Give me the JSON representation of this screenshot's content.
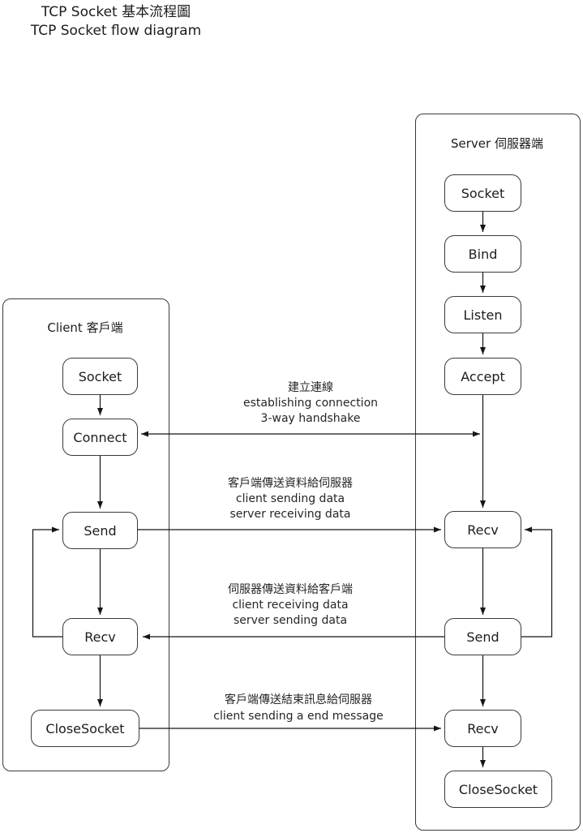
{
  "title": {
    "line1": "TCP Socket 基本流程圖",
    "line2": "TCP Socket flow diagram"
  },
  "client": {
    "header": "Client 客戶端",
    "nodes": [
      {
        "id": "socket",
        "label": "Socket"
      },
      {
        "id": "connect",
        "label": "Connect"
      },
      {
        "id": "send",
        "label": "Send"
      },
      {
        "id": "recv",
        "label": "Recv"
      },
      {
        "id": "closesocket",
        "label": "CloseSocket"
      }
    ]
  },
  "server": {
    "header": "Server 伺服器端",
    "nodes": [
      {
        "id": "socket",
        "label": "Socket"
      },
      {
        "id": "bind",
        "label": "Bind"
      },
      {
        "id": "listen",
        "label": "Listen"
      },
      {
        "id": "accept",
        "label": "Accept"
      },
      {
        "id": "recv1",
        "label": "Recv"
      },
      {
        "id": "send",
        "label": "Send"
      },
      {
        "id": "recv2",
        "label": "Recv"
      },
      {
        "id": "closesocket",
        "label": "CloseSocket"
      }
    ]
  },
  "connections": [
    {
      "name": "establish-connection",
      "lines": [
        "建立連線",
        "establishing connection",
        "3-way handshake"
      ]
    },
    {
      "name": "client-send-data",
      "lines": [
        "客戶端傳送資料給伺服器",
        "client sending data",
        "server receiving data"
      ]
    },
    {
      "name": "server-send-data",
      "lines": [
        "伺服器傳送資料給客戶端",
        "client receiving data",
        "server sending data"
      ]
    },
    {
      "name": "client-end-message",
      "lines": [
        "客戶端傳送結束訊息給伺服器",
        "client sending a end message"
      ]
    }
  ],
  "colors": {
    "background": "#ffffff",
    "line": "#151515",
    "box_border": "#3a3a3a",
    "text": "#1c1c1c"
  }
}
